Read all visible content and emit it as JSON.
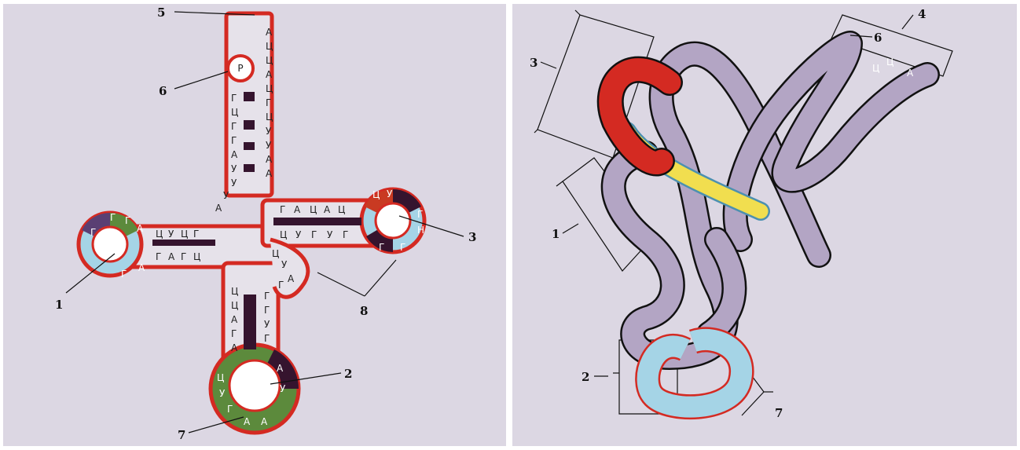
{
  "left": {
    "callouts": [
      "1",
      "2",
      "3",
      "5",
      "6",
      "7",
      "8"
    ],
    "p_circle": "Р",
    "acceptor_5": [
      "А",
      "Ц",
      "Ц",
      "А",
      "Ц",
      "Г",
      "Ц",
      "У",
      "У",
      "А",
      "А"
    ],
    "acceptor_3": [
      "Г",
      "Ц",
      "Г",
      "Г",
      "А",
      "У",
      "У",
      "У",
      "А"
    ],
    "d_upper": [
      "Ц",
      "У",
      "Ц",
      "Г"
    ],
    "d_lower": [
      "Г",
      "А",
      "Г",
      "Ц"
    ],
    "d_loop": [
      "Г",
      "Г",
      "А",
      "Г",
      "Г",
      "А"
    ],
    "t_upper": [
      "Г",
      "А",
      "Ц",
      "А",
      "Ц"
    ],
    "t_lower": [
      "Ц",
      "У",
      "Г",
      "У",
      "Г"
    ],
    "t_loop": [
      "Ц",
      "У",
      "Г",
      "Н",
      "Г",
      "Г"
    ],
    "var_loop": [
      "Ц",
      "У",
      "А",
      "Г"
    ],
    "anti_left": [
      "Ц",
      "Ц",
      "А",
      "Г",
      "А"
    ],
    "anti_right": [
      "Г",
      "Г",
      "У",
      "Г"
    ],
    "anti_loop": [
      "Ц",
      "У",
      "Г",
      "А",
      "А",
      "У",
      "А"
    ]
  },
  "right": {
    "callouts": [
      "1",
      "2",
      "3",
      "4",
      "6",
      "7"
    ],
    "cca": [
      "Ц",
      "Ц",
      "А"
    ]
  },
  "colors": {
    "outline_red": "#d42a22",
    "loop_green": "#5c8a3c",
    "loop_purple": "#5a3f73",
    "light_blue": "#a5d4e6",
    "dark_purple": "#35142e",
    "ribbon_lilac": "#b3a5c4",
    "yellow": "#f1de4f",
    "panel_bg": "#dcd7e3"
  }
}
